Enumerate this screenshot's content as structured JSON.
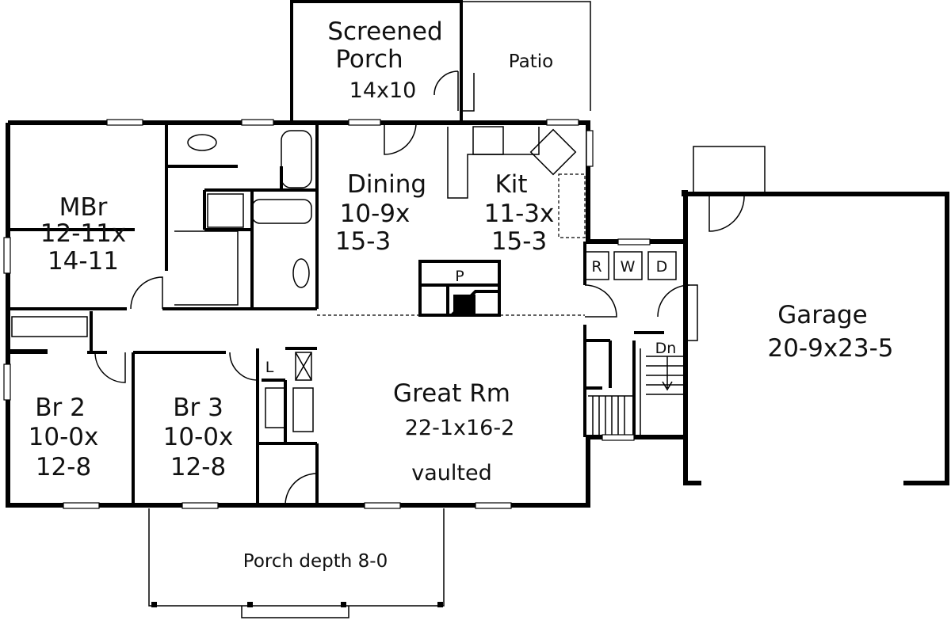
{
  "plan": {
    "rooms": {
      "screened_porch": {
        "name1": "Screened",
        "name2": "Porch",
        "size": "14x10"
      },
      "patio": {
        "name": "Patio"
      },
      "dining": {
        "name": "Dining",
        "size1": "10-9x",
        "size2": "15-3"
      },
      "kitchen": {
        "name": "Kit",
        "size1": "11-3x",
        "size2": "15-3"
      },
      "master_bedroom": {
        "name": "MBr",
        "size1": "12-11x",
        "size2": "14-11"
      },
      "fireplace": {
        "label": "P"
      },
      "laundry": {
        "r": "R",
        "w": "W",
        "d": "D"
      },
      "garage": {
        "name": "Garage",
        "size": "20-9x23-5"
      },
      "stairs": {
        "label": "Dn"
      },
      "linen": {
        "label": "L"
      },
      "bedroom2": {
        "name": "Br 2",
        "size1": "10-0x",
        "size2": "12-8"
      },
      "bedroom3": {
        "name": "Br 3",
        "size1": "10-0x",
        "size2": "12-8"
      },
      "great_room": {
        "name": "Great Rm",
        "size": "22-1x16-2",
        "note": "vaulted"
      },
      "front_porch": {
        "label": "Porch depth 8-0"
      }
    }
  }
}
